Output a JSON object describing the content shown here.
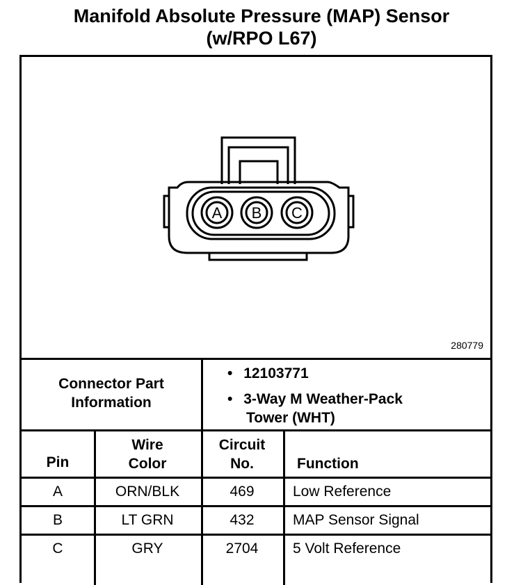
{
  "title": {
    "line1": "Manifold Absolute Pressure (MAP) Sensor",
    "line2": "(w/RPO L67)"
  },
  "diagram": {
    "figure_number": "280779",
    "pins": [
      "A",
      "B",
      "C"
    ]
  },
  "connector_info": {
    "label_line1": "Connector Part",
    "label_line2": "Information",
    "bullet": "•",
    "part_number": "12103771",
    "description_line1": "3-Way M Weather-Pack",
    "description_line2": "Tower (WHT)"
  },
  "table": {
    "headers": {
      "pin": "Pin",
      "wire_color_1": "Wire",
      "wire_color_2": "Color",
      "circuit_1": "Circuit",
      "circuit_2": "No.",
      "function": "Function"
    },
    "rows": [
      {
        "pin": "A",
        "wire": "ORN/BLK",
        "circuit": "469",
        "function": "Low Reference"
      },
      {
        "pin": "B",
        "wire": "LT GRN",
        "circuit": "432",
        "function": "MAP Sensor Signal"
      },
      {
        "pin": "C",
        "wire": "GRY",
        "circuit": "2704",
        "function": "5 Volt Reference"
      }
    ]
  }
}
